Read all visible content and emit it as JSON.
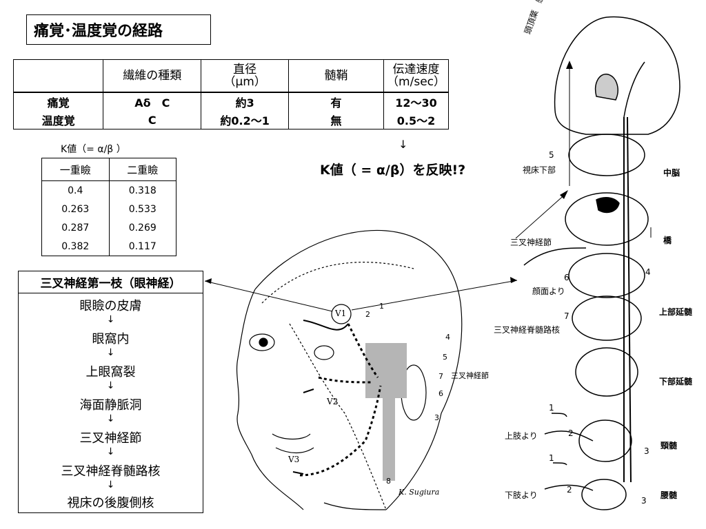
{
  "title": "痛覚･温度覚の経路",
  "fiber_table": {
    "headers": [
      "",
      "繊維の種類",
      "直径\n（μm）",
      "髄鞘",
      "伝達速度\n（m/sec）"
    ],
    "rows": [
      {
        "name": "痛覚",
        "fiber": "Aδ　C",
        "diameter": "約3",
        "myelin": "有",
        "speed": "12～30"
      },
      {
        "name": "温度覚",
        "fiber": "C",
        "diameter": "約0.2～1",
        "myelin": "無",
        "speed": "0.5～2"
      }
    ]
  },
  "k_caption": "K値（= α/β ）",
  "k_table": {
    "headers": [
      "一重瞼",
      "二重瞼"
    ],
    "rows": [
      [
        "0.4",
        "0.318"
      ],
      [
        "0.263",
        "0.533"
      ],
      [
        "0.287",
        "0.269"
      ],
      [
        "0.382",
        "0.117"
      ]
    ]
  },
  "arrow_down": "↓",
  "k_note": "K値（ = α/β）を反映!?",
  "pathway": {
    "title": "三叉神経第一枝（眼神経）",
    "steps": [
      "眼瞼の皮膚",
      "眼窩内",
      "上眼窩裂",
      "海面静脈洞",
      "三叉神経節",
      "三叉神経脊髄路核",
      "視床の後腹側核"
    ],
    "arrow": "↓"
  },
  "head_diagram": {
    "v1": "V1",
    "v2": "V2",
    "v3": "V3",
    "ganglion_label": "三叉神経節",
    "numbers": [
      "1",
      "2",
      "3",
      "4",
      "5",
      "6",
      "7",
      "8"
    ],
    "signature": "K. Sugiura"
  },
  "brain_diagram": {
    "cortex_label": "頭頂葉　感覚領",
    "thalamus_label": "視床下部",
    "midbrain": "中脳",
    "pons": "橋",
    "ganglion_label": "三叉神経節",
    "face_from": "顔面より",
    "nucleus_label": "三叉神経脊髄路核",
    "upper_medulla": "上部延髄",
    "lower_medulla": "下部延髄",
    "upper_limb": "上肢より",
    "cervical": "頸髄",
    "lower_limb": "下肢より",
    "lumbar": "腰髄",
    "numbers": [
      "5",
      "6",
      "7",
      "4",
      "1",
      "2",
      "3",
      "1",
      "2",
      "3"
    ]
  }
}
